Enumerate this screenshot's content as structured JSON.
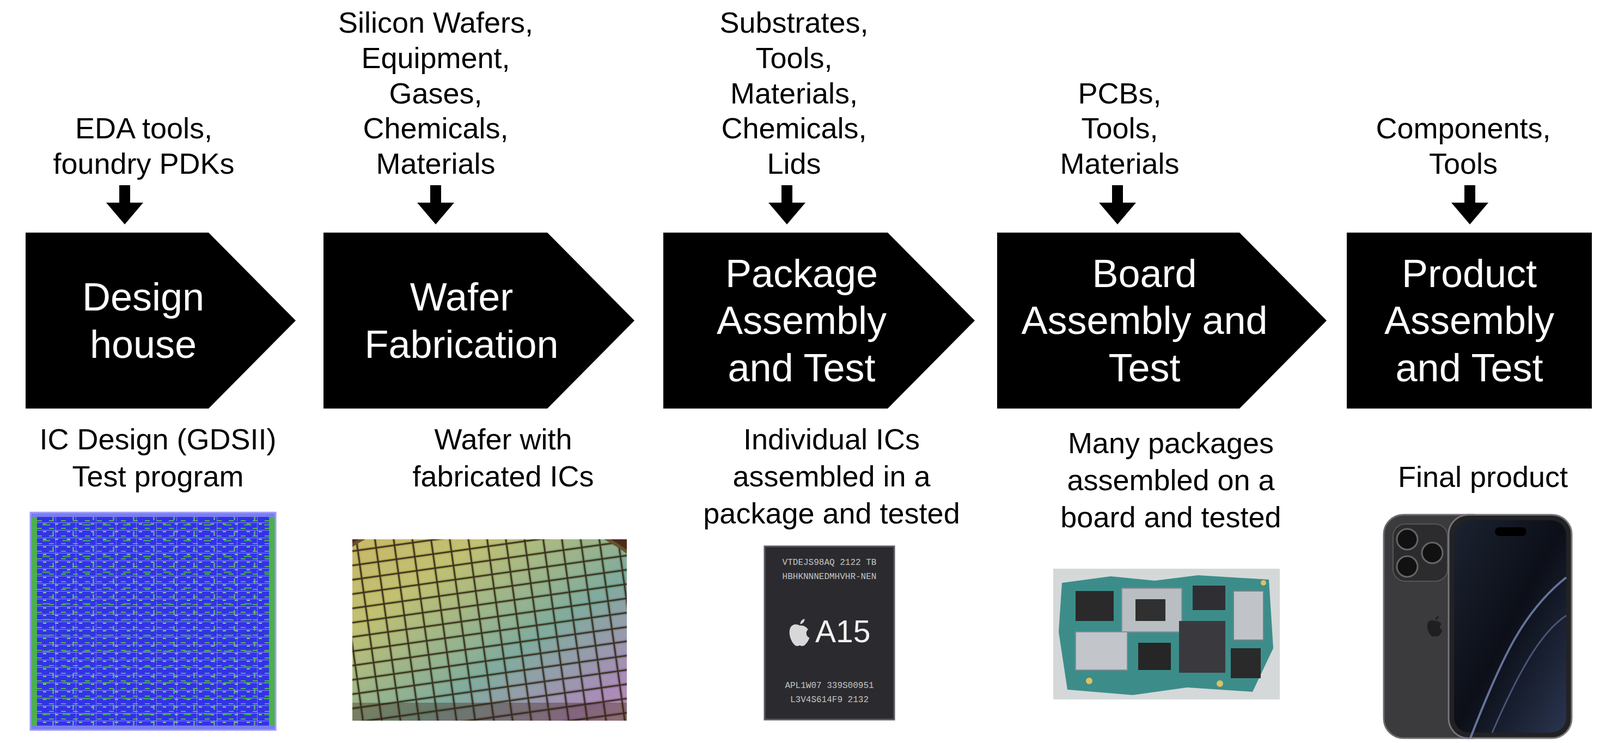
{
  "diagram": {
    "nodes": [
      {
        "text": [
          "Design house"
        ]
      },
      {
        "text": [
          "Wafer Fabrication"
        ]
      },
      {
        "text": [
          "Package Assembly and Test"
        ]
      },
      {
        "text": [
          "Board Assembly and Test"
        ]
      },
      {
        "text": [
          "Product Assembly and Test"
        ]
      }
    ],
    "labels": [
      "EDA tools, foundry PDKs",
      "Silicon Wafers, Equipment, Gases, Chemicals, Materials",
      "Substrates, Tools, Materials, Chemicals, Lids",
      "PCBs, Tools, Materials",
      "Components, Tools",
      "IC Design (GDSII) Test program",
      "Wafer with fabricated ICs",
      "Individual ICs assembled in a package and tested",
      "Many packages assembled on a board and tested",
      "Final product",
      "VTDEJS98AQ 2122 TB",
      "HBHKNNNEDMHVHR-NEN",
      "A15",
      "APL1W07 339S00951",
      "L3V4S614F9 2132"
    ]
  }
}
